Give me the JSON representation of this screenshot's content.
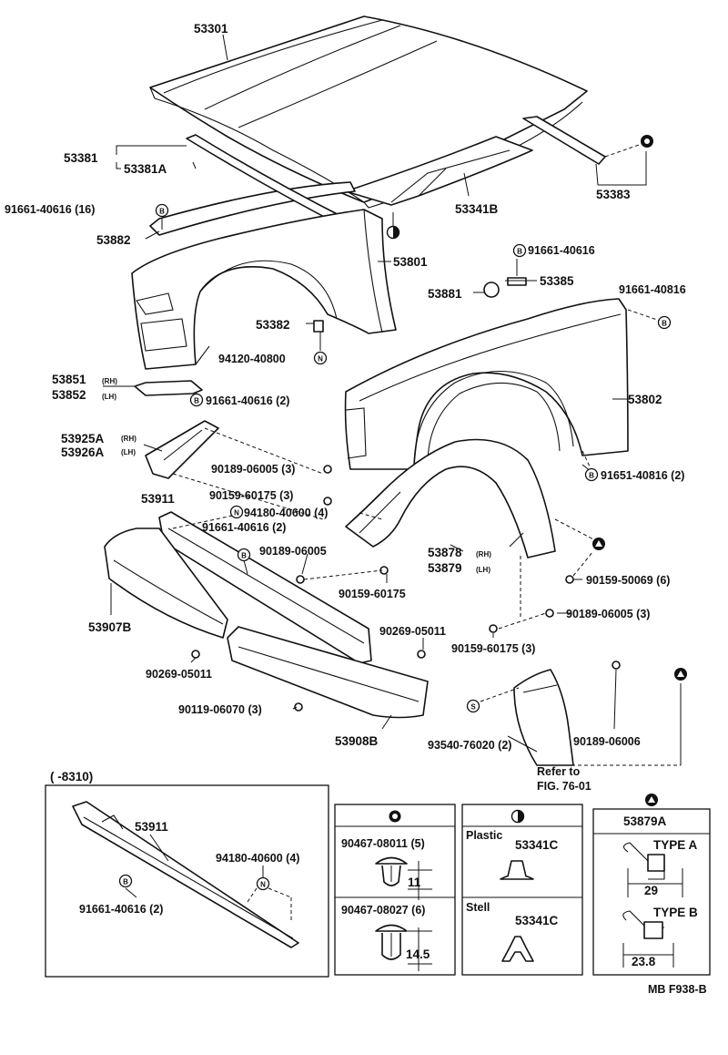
{
  "labels": {
    "hood": "53301",
    "hood_seal": "53381",
    "hood_seal_clip": "53381A",
    "hood_stay": "53383",
    "hood_lock_support": "53341B",
    "screw_16": "91661-40616 (16)",
    "cowl_seal": "53882",
    "apron": "53801",
    "screw_a": "91661-40616",
    "bumper_stop": "53385",
    "bumper_cushion": "53881",
    "screw_b": "91661-40816",
    "cushion_53382": "53382",
    "nut_94120": "94120-40800",
    "bracket_rh": "53851",
    "bracket_rh_tag": "(RH)",
    "bracket_lh": "53852",
    "bracket_lh_tag": "(LH)",
    "screw_2a": "91661-40616 (2)",
    "fender": "53802",
    "brace_rh": "53925A",
    "brace_rh_tag": "(RH)",
    "brace_lh": "53926A",
    "brace_lh_tag": "(LH)",
    "clip_3a": "90189-06005 (3)",
    "screw_fender": "91651-40816 (2)",
    "bolt_3a": "90159-60175 (3)",
    "retainer": "53911",
    "nut_4": "94180-40600 (4)",
    "screw_2b": "91661-40616 (2)",
    "clip_single": "90189-06005",
    "liner_rh": "53878",
    "liner_rh_tag": "(RH)",
    "liner_lh": "53879",
    "liner_lh_tag": "(LH)",
    "screw_6": "90159-50069 (6)",
    "bolt_single": "90159-60175",
    "clip_3b": "90189-06005 (3)",
    "lower_grille": "53907B",
    "rivet_a": "90269-05011",
    "bolt_3b": "90159-60175 (3)",
    "rivet_b": "90269-05011",
    "screw_3c": "90119-06070 (3)",
    "spoiler": "53908B",
    "mudguard_screw": "93540-76020 (2)",
    "clip_06006": "90189-06006",
    "refer_1": "Refer to",
    "refer_2": "FIG. 76-01",
    "sym_b": "B",
    "sym_n": "N",
    "sym_s": "S"
  },
  "inset_8310": {
    "title": "(       -8310)",
    "part": "53911",
    "nut": "94180-40600 (4)",
    "screw": "91661-40616 (2)"
  },
  "inset_clips": {
    "clip1": "90467-08011 (5)",
    "dim1": "11",
    "clip2": "90467-08027 (6)",
    "dim2": "14.5"
  },
  "inset_material": {
    "plastic": "Plastic",
    "plastic_part": "53341C",
    "stell": "Stell",
    "stell_part": "53341C"
  },
  "inset_type": {
    "part": "53879A",
    "type_a": "TYPE A",
    "dim_a": "29",
    "type_b": "TYPE B",
    "dim_b": "23.8"
  },
  "figure_code": "MB F938-B"
}
